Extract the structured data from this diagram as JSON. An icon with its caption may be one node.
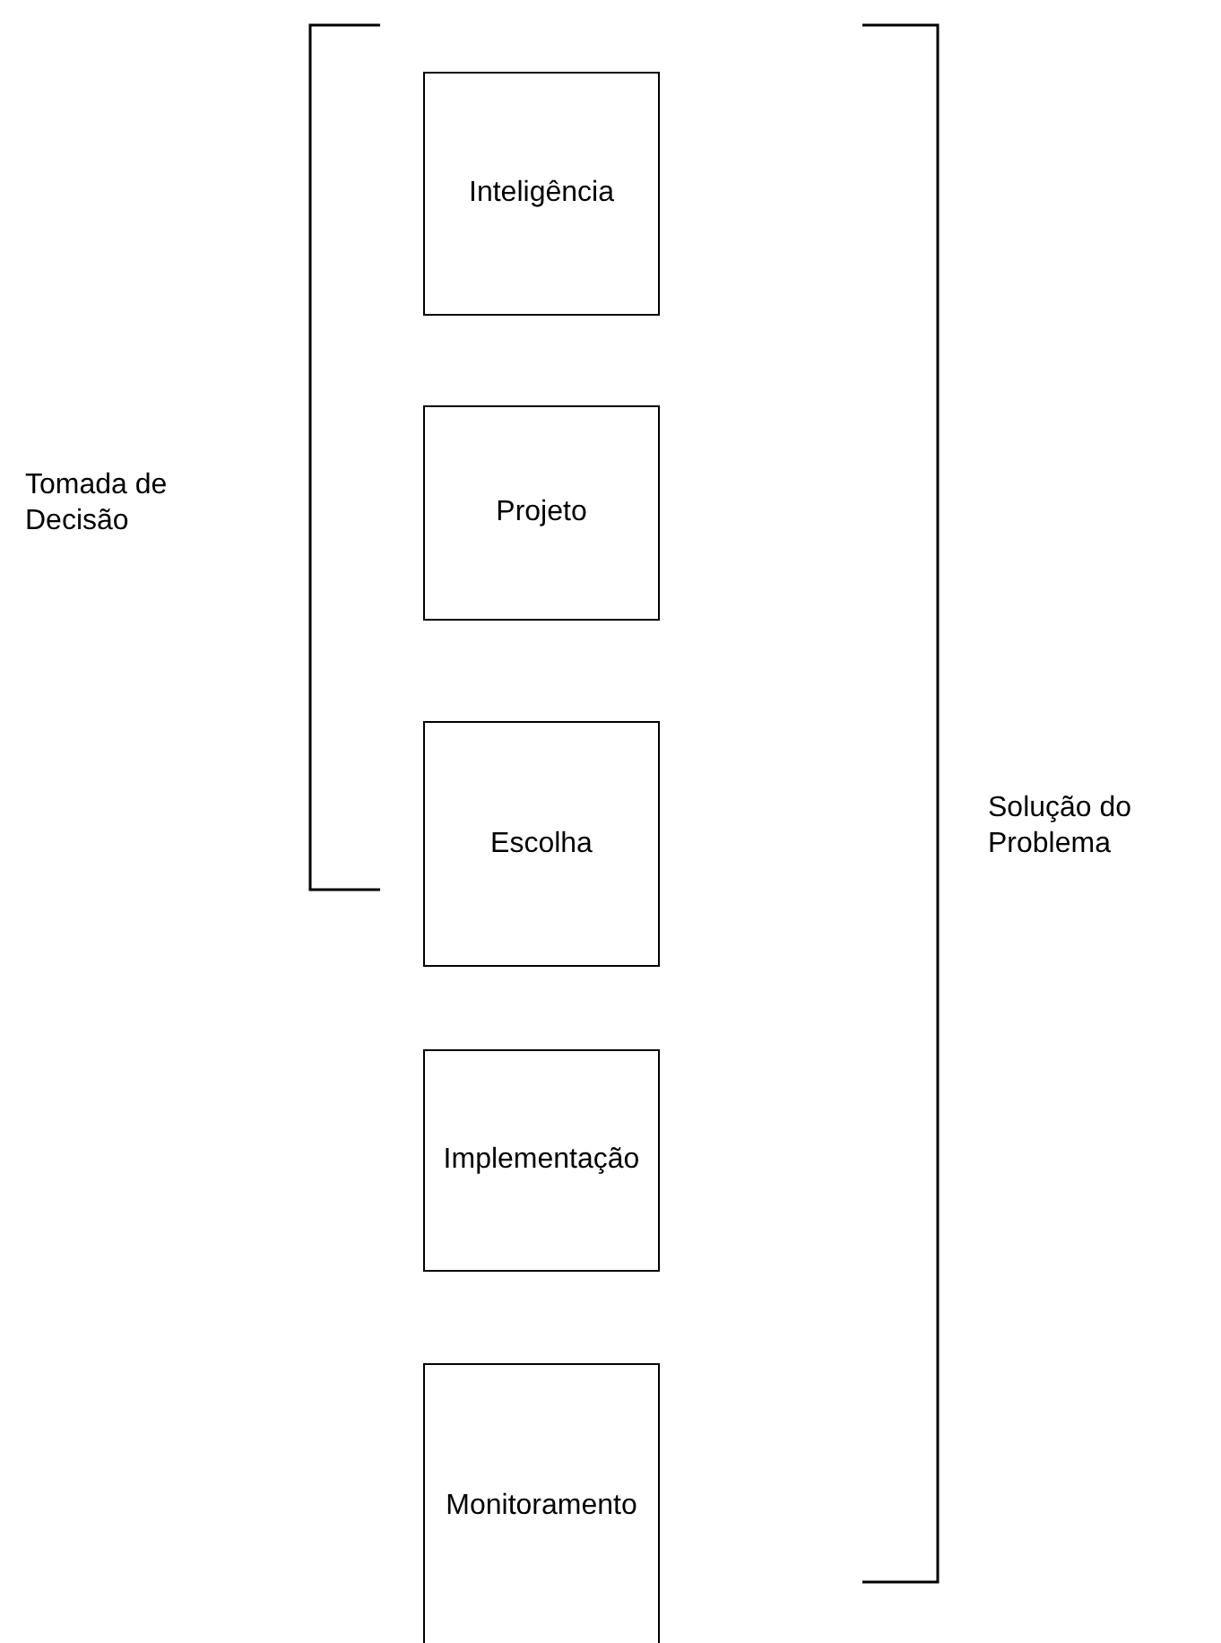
{
  "diagram": {
    "nodes": [
      {
        "text": [
          "Inteligência"
        ]
      },
      {
        "text": [
          "Projeto"
        ]
      },
      {
        "text": [
          "Escolha"
        ]
      },
      {
        "text": [
          "Implementação"
        ]
      },
      {
        "text": [
          "Monitoramento"
        ]
      }
    ],
    "labels": [
      "Tomada de Decisão",
      "Solução do Problema"
    ]
  }
}
